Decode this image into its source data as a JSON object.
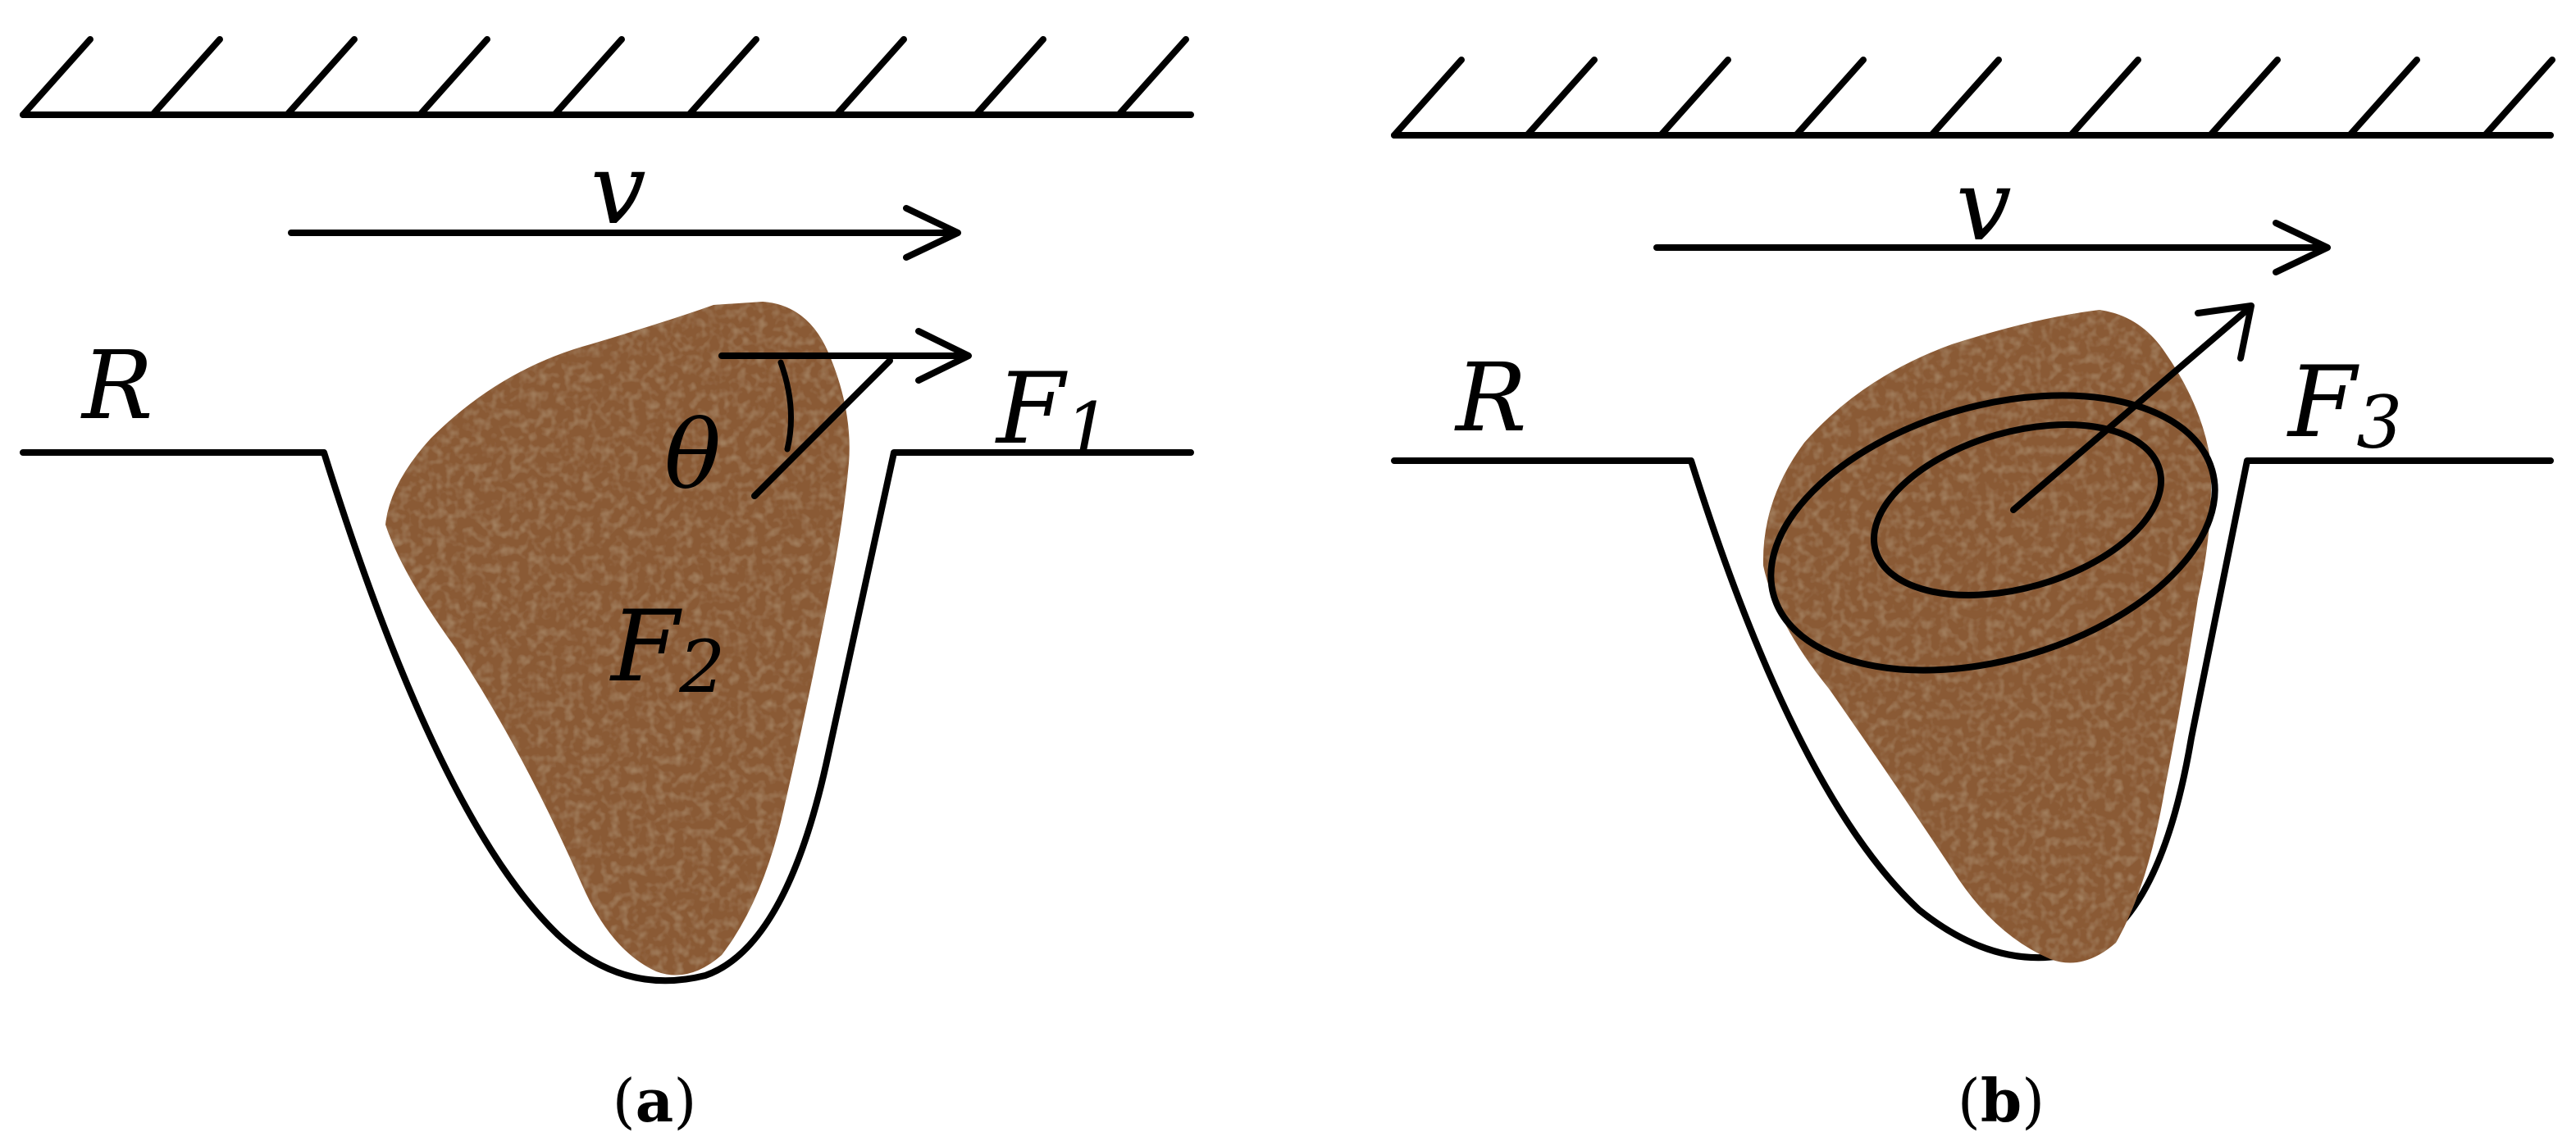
{
  "panels": [
    {
      "id": "a",
      "labels": {
        "velocity": "v",
        "surface": "R",
        "force_main": "F",
        "force_main_sub": "1",
        "angle": "θ",
        "force_particle": "F",
        "force_particle_sub": "2"
      },
      "caption": {
        "open": "(",
        "letter": "a",
        "close": ")"
      }
    },
    {
      "id": "b",
      "labels": {
        "velocity": "v",
        "surface": "R",
        "force_main": "F",
        "force_main_sub": "3"
      },
      "caption": {
        "open": "(",
        "letter": "b",
        "close": ")"
      }
    }
  ],
  "colors": {
    "particle_base": "#8a5a35",
    "particle_dark": "#5e371d",
    "particle_light": "#b98f6a",
    "line": "#000000"
  }
}
